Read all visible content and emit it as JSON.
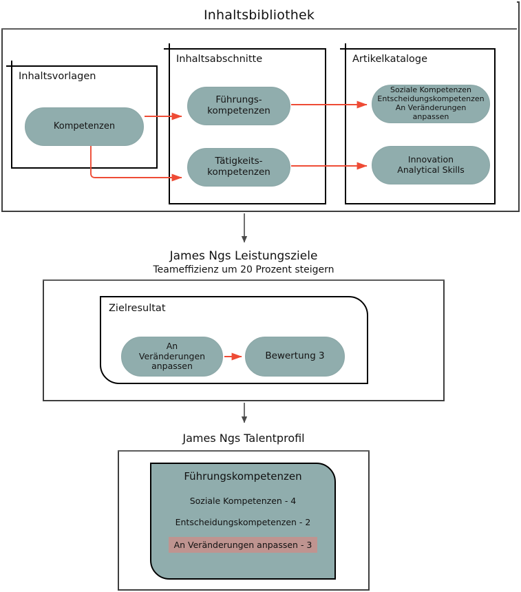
{
  "library": {
    "title": "Inhaltsbibliothek",
    "boxes": {
      "templates": {
        "label": "Inhaltsvorlagen"
      },
      "sections": {
        "label": "Inhaltsabschnitte"
      },
      "catalogs": {
        "label": "Artikelkataloge"
      }
    },
    "nodes": {
      "kompetenzen": "Kompetenzen",
      "fuehrungskompetenzen": "Führungs-\nkompetenzen",
      "taetigkeitskompetenzen": "Tätigkeits-\nkompetenzen",
      "soziale_katalog": "Soziale Kompetenzen\nEntscheidungskompetenzen\nAn Veränderungen\nanpassen",
      "innovation_katalog": "Innovation\nAnalytical Skills"
    }
  },
  "goals": {
    "title": "James Ngs Leistungsziele",
    "subtitle": "Teameffizienz um 20 Prozent steigern",
    "result_box_label": "Zielresultat",
    "nodes": {
      "an_veraenderungen": "An\nVeränderungen\nanpassen",
      "bewertung": "Bewertung 3"
    }
  },
  "talent": {
    "title": "James Ngs Talentprofil",
    "card": {
      "title": "Führungskompetenzen",
      "skills": [
        {
          "label": "Soziale Kompetenzen - 4",
          "highlighted": false
        },
        {
          "label": "Entscheidungskompetenzen - 2",
          "highlighted": false
        },
        {
          "label": "An Veränderungen anpassen - 3",
          "highlighted": true
        }
      ]
    }
  },
  "colors": {
    "node_fill": "#90adad",
    "highlight_fill": "#bf9490",
    "arrow_red": "#ee4b35",
    "flow_arrow_gray": "#4a4a4a",
    "frame_border": "#3d3d3d",
    "inner_border": "#000000",
    "background": "#ffffff"
  }
}
